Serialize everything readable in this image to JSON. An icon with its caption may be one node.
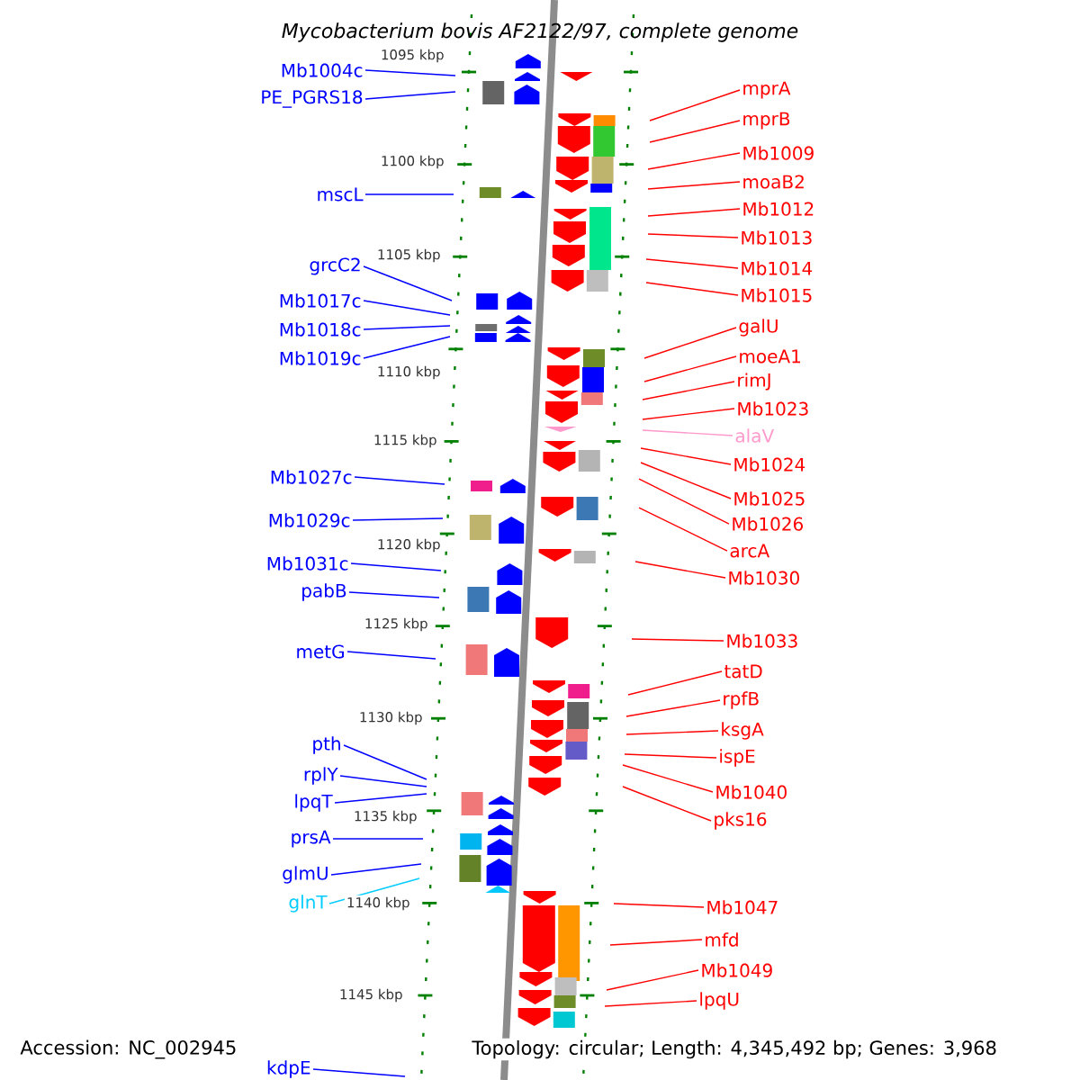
{
  "diagram": {
    "title": "Mycobacterium bovis AF2122/97, complete genome",
    "nodes": [
      {
        "text": [
          "Mb1004c"
        ]
      },
      {
        "text": [
          "PE_PGRS18"
        ]
      },
      {
        "text": [
          "mscL"
        ]
      },
      {
        "text": [
          "grcC2"
        ]
      },
      {
        "text": [
          "Mb1017c"
        ]
      },
      {
        "text": [
          "Mb1018c"
        ]
      },
      {
        "text": [
          "Mb1019c"
        ]
      },
      {
        "text": [
          "Mb1027c"
        ]
      },
      {
        "text": [
          "Mb1029c"
        ]
      },
      {
        "text": [
          "Mb1031c"
        ]
      },
      {
        "text": [
          "pabB"
        ]
      },
      {
        "text": [
          "metG"
        ]
      },
      {
        "text": [
          "pth"
        ]
      },
      {
        "text": [
          "rplY"
        ]
      },
      {
        "text": [
          "lpqT"
        ]
      },
      {
        "text": [
          "prsA"
        ]
      },
      {
        "text": [
          "glmU"
        ]
      },
      {
        "text": [
          "glnT"
        ]
      },
      {
        "text": [
          "kdpE"
        ]
      },
      {
        "text": [
          "mprA"
        ]
      },
      {
        "text": [
          "mprB"
        ]
      },
      {
        "text": [
          "Mb1009"
        ]
      },
      {
        "text": [
          "moaB2"
        ]
      },
      {
        "text": [
          "Mb1012"
        ]
      },
      {
        "text": [
          "Mb1013"
        ]
      },
      {
        "text": [
          "Mb1014"
        ]
      },
      {
        "text": [
          "Mb1015"
        ]
      },
      {
        "text": [
          "galU"
        ]
      },
      {
        "text": [
          "moeA1"
        ]
      },
      {
        "text": [
          "rimJ"
        ]
      },
      {
        "text": [
          "Mb1023"
        ]
      },
      {
        "text": [
          "alaV"
        ]
      },
      {
        "text": [
          "Mb1024"
        ]
      },
      {
        "text": [
          "Mb1025"
        ]
      },
      {
        "text": [
          "Mb1026"
        ]
      },
      {
        "text": [
          "arcA"
        ]
      },
      {
        "text": [
          "Mb1030"
        ]
      },
      {
        "text": [
          "Mb1033"
        ]
      },
      {
        "text": [
          "tatD"
        ]
      },
      {
        "text": [
          "rpfB"
        ]
      },
      {
        "text": [
          "ksgA"
        ]
      },
      {
        "text": [
          "ispE"
        ]
      },
      {
        "text": [
          "Mb1040"
        ]
      },
      {
        "text": [
          "pks16"
        ]
      },
      {
        "text": [
          "Mb1047"
        ]
      },
      {
        "text": [
          "mfd"
        ]
      },
      {
        "text": [
          "Mb1049"
        ]
      },
      {
        "text": [
          "lpqU"
        ]
      }
    ],
    "edges": [
      {
        "from": 0,
        "to": null,
        "arrow": "none",
        "color": "#0000ff"
      },
      {
        "from": 1,
        "to": null,
        "arrow": "none",
        "color": "#0000ff"
      },
      {
        "from": 2,
        "to": null,
        "arrow": "none",
        "color": "#0000ff"
      },
      {
        "from": 3,
        "to": null,
        "arrow": "none",
        "color": "#0000ff"
      },
      {
        "from": 4,
        "to": null,
        "arrow": "none",
        "color": "#0000ff"
      },
      {
        "from": 5,
        "to": null,
        "arrow": "none",
        "color": "#0000ff"
      },
      {
        "from": 6,
        "to": null,
        "arrow": "none",
        "color": "#0000ff"
      },
      {
        "from": 7,
        "to": null,
        "arrow": "none",
        "color": "#0000ff"
      },
      {
        "from": 8,
        "to": null,
        "arrow": "none",
        "color": "#0000ff"
      },
      {
        "from": 9,
        "to": null,
        "arrow": "none",
        "color": "#0000ff"
      },
      {
        "from": 10,
        "to": null,
        "arrow": "none",
        "color": "#0000ff"
      },
      {
        "from": 11,
        "to": null,
        "arrow": "none",
        "color": "#0000ff"
      },
      {
        "from": 12,
        "to": null,
        "arrow": "none",
        "color": "#0000ff"
      },
      {
        "from": 13,
        "to": null,
        "arrow": "none",
        "color": "#0000ff"
      },
      {
        "from": 14,
        "to": null,
        "arrow": "none",
        "color": "#0000ff"
      },
      {
        "from": 15,
        "to": null,
        "arrow": "none",
        "color": "#0000ff"
      },
      {
        "from": 16,
        "to": null,
        "arrow": "none",
        "color": "#0000ff"
      },
      {
        "from": 17,
        "to": null,
        "arrow": "none",
        "color": "#00ccff"
      },
      {
        "from": 18,
        "to": null,
        "arrow": "none",
        "color": "#0000ff"
      },
      {
        "from": 19,
        "to": null,
        "arrow": "none"
      },
      {
        "from": 20,
        "to": null,
        "arrow": "none"
      },
      {
        "from": 21,
        "to": null,
        "arrow": "none"
      },
      {
        "from": 22,
        "to": null,
        "arrow": "none"
      },
      {
        "from": 23,
        "to": null,
        "arrow": "none"
      },
      {
        "from": 24,
        "to": null,
        "arrow": "none"
      },
      {
        "from": 25,
        "to": null,
        "arrow": "none"
      },
      {
        "from": 26,
        "to": null,
        "arrow": "none"
      },
      {
        "from": 27,
        "to": null,
        "arrow": "none"
      },
      {
        "from": 28,
        "to": null,
        "arrow": "none"
      },
      {
        "from": 29,
        "to": null,
        "arrow": "none"
      },
      {
        "from": 30,
        "to": null,
        "arrow": "none"
      },
      {
        "from": 31,
        "to": null,
        "arrow": "none",
        "color": "#ff99cc"
      },
      {
        "from": 32,
        "to": null,
        "arrow": "none"
      },
      {
        "from": 33,
        "to": null,
        "arrow": "none"
      },
      {
        "from": 34,
        "to": null,
        "arrow": "none"
      },
      {
        "from": 35,
        "to": null,
        "arrow": "none"
      },
      {
        "from": 36,
        "to": null,
        "arrow": "none"
      },
      {
        "from": 37,
        "to": null,
        "arrow": "none"
      },
      {
        "from": 38,
        "to": null,
        "arrow": "none"
      },
      {
        "from": 39,
        "to": null,
        "arrow": "none"
      },
      {
        "from": 40,
        "to": null,
        "arrow": "none"
      },
      {
        "from": 41,
        "to": null,
        "arrow": "none"
      },
      {
        "from": 42,
        "to": null,
        "arrow": "none"
      },
      {
        "from": 43,
        "to": null,
        "arrow": "none"
      },
      {
        "from": 44,
        "to": null,
        "arrow": "none"
      },
      {
        "from": 45,
        "to": null,
        "arrow": "none"
      },
      {
        "from": 46,
        "to": null,
        "arrow": "none"
      },
      {
        "from": 47,
        "to": null,
        "arrow": "none"
      }
    ],
    "labels": [
      "1095 kbp",
      "1100 kbp",
      "1105 kbp",
      "1110 kbp",
      "1115 kbp",
      "1120 kbp",
      "1125 kbp",
      "1130 kbp",
      "1135 kbp",
      "1140 kbp",
      "1145 kbp",
      "Accession: NC_002945",
      "Topology: circular; Length: 4,345,492 bp; Genes: 3,968"
    ]
  }
}
